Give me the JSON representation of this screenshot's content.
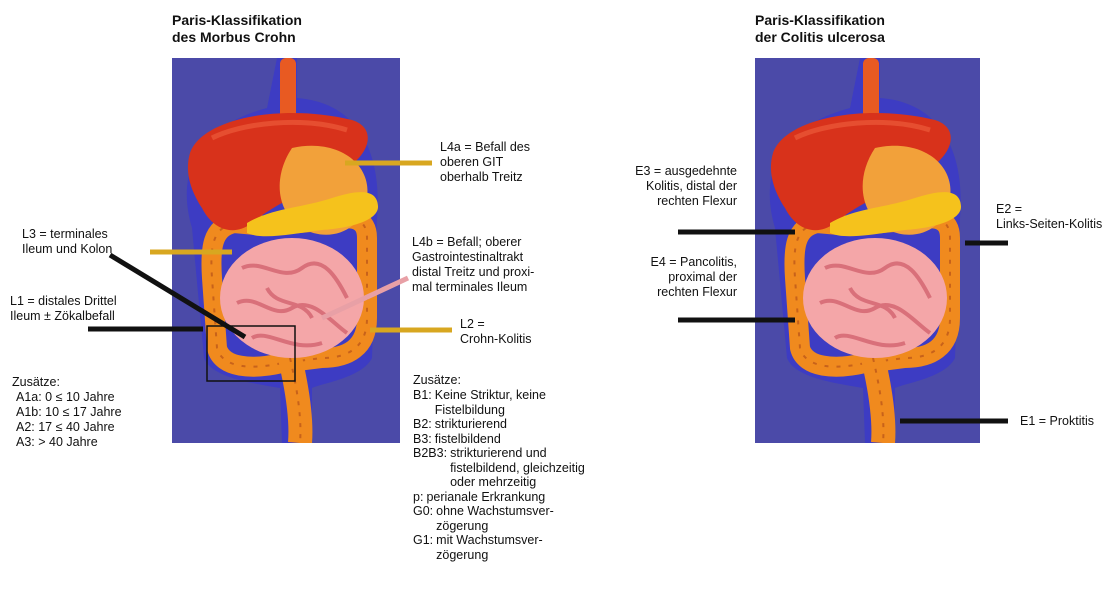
{
  "left": {
    "title_line1": "Paris-Klassifikation",
    "title_line2": "des Morbus Crohn",
    "labels": {
      "L4a": [
        "L4a = Befall des",
        "oberen GIT",
        "oberhalb Treitz"
      ],
      "L3": [
        "L3 = terminales",
        "Ileum und Kolon"
      ],
      "L4b": [
        "L4b = Befall; oberer",
        "Gastrointestinaltrakt",
        "distal Treitz und proxi-",
        "mal terminales Ileum"
      ],
      "L1": [
        "L1 = distales Drittel",
        "Ileum ± Zökalbefall"
      ],
      "L2": [
        "L2 =",
        "Crohn-Kolitis"
      ]
    },
    "age_heading": "Zusätze:",
    "age_items": [
      "A1a: 0 ≤ 10 Jahre",
      "A1b: 10 ≤ 17 Jahre",
      "A2: 17 ≤ 40 Jahre",
      "A3: > 40 Jahre"
    ],
    "behavior_heading": "Zusätze:",
    "behavior_items": [
      {
        "code": "B1:",
        "text": "Keine Striktur, keine Fistelbildung"
      },
      {
        "code": "B2:",
        "text": "strikturierend"
      },
      {
        "code": "B3:",
        "text": "fistelbildend"
      },
      {
        "code": "B2B3:",
        "text": "strikturierend und fistelbildend, gleichzeitig oder mehrzeitig"
      },
      {
        "code": "p:",
        "text": "perianale Erkrankung"
      },
      {
        "code": "G0:",
        "text": "ohne Wachstumsver-zögerung"
      },
      {
        "code": "G1:",
        "text": "mit Wachstumsver-zögerung"
      }
    ]
  },
  "right": {
    "title_line1": "Paris-Klassifikation",
    "title_line2": "der Colitis ulcerosa",
    "labels": {
      "E3": [
        "E3 = ausgedehnte",
        "Kolitis, distal der",
        "rechten Flexur"
      ],
      "E2": [
        "E2 =",
        "Links-Seiten-Kolitis"
      ],
      "E4": [
        "E4 = Pancolitis,",
        "proximal der",
        "rechten Flexur"
      ],
      "E1": [
        "E1 = Proktitis"
      ]
    }
  },
  "colors": {
    "panel_bg": "#4b4aa8",
    "liver": "#d8321b",
    "stomach": "#f2a13a",
    "pancreas": "#f5c21c",
    "colon": "#f08a1e",
    "small_intestine": "#f4a6a8",
    "pointer_gold": "#d8a720",
    "pointer_black": "#111111"
  }
}
